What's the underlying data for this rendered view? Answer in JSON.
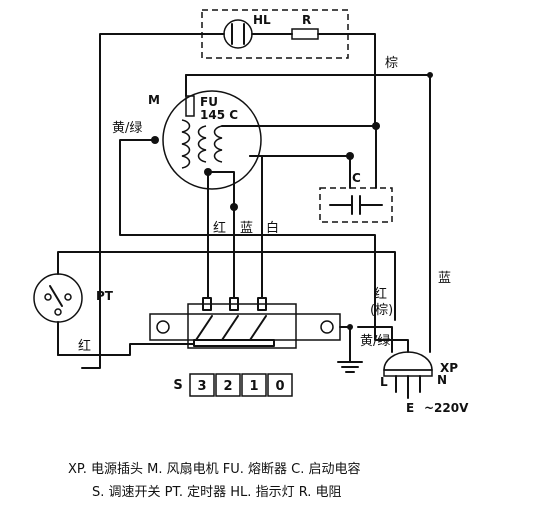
{
  "components": {
    "indicator_lamp": "HL",
    "resistor": "R",
    "motor": "M",
    "fuse": "FU",
    "fuse_temp": "145 C",
    "capacitor": "C",
    "timer": "PT",
    "switch": "S",
    "plug": "XP",
    "plug_l": "L",
    "plug_n": "N",
    "plug_e": "E",
    "voltage": "~220V"
  },
  "wire_labels": {
    "brown": "棕",
    "yellow_green_motor": "黄/绿",
    "red_motor": "红",
    "blue_motor": "蓝",
    "white_motor": "白",
    "red_brown_1": "红",
    "red_brown_2": "(棕)",
    "yellow_green_switch": "黄/绿",
    "blue_right": "蓝",
    "red_timer": "红"
  },
  "switch_positions": [
    "3",
    "2",
    "1",
    "0"
  ],
  "legend": {
    "line1": "XP. 电源插头   M. 风扇电机   FU. 熔断器   C. 启动电容",
    "line2": "S. 调速开关   PT. 定时器   HL. 指示灯   R. 电阻"
  }
}
